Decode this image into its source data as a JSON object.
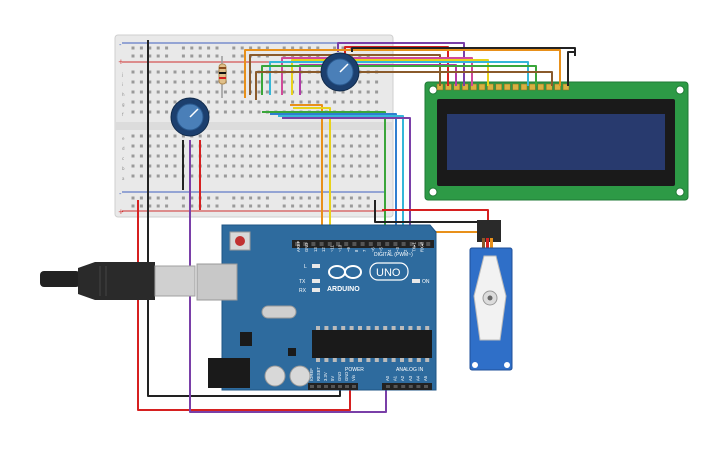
{
  "arduino": {
    "brand": "ARDUINO",
    "model": "UNO",
    "on_label": "ON",
    "tx_label": "TX",
    "rx_label": "RX",
    "l_label": "L",
    "digital_header": "DIGITAL (PWM~)",
    "analog_header": "ANALOG IN",
    "power_header": "POWER",
    "aref": "AREF",
    "gnd": "GND",
    "digital_pins": [
      "13",
      "12",
      "~11",
      "~10",
      "~9",
      "8",
      "7",
      "~6",
      "~5",
      "4",
      "~3",
      "2",
      "TX▸1",
      "RX◂0"
    ],
    "power_pins": [
      "IOREF",
      "RESET",
      "3.3V",
      "5V",
      "GND",
      "GND",
      "Vin"
    ],
    "analog_pins": [
      "A0",
      "A1",
      "A2",
      "A3",
      "A4",
      "A5"
    ],
    "colors": {
      "board": "#2e6b9e",
      "board_dark": "#1f5484",
      "header": "#222222"
    }
  },
  "breadboard": {
    "row_letters_top": [
      "j",
      "i",
      "h",
      "g",
      "f"
    ],
    "row_letters_bottom": [
      "e",
      "d",
      "c",
      "b",
      "a"
    ],
    "plus": "+",
    "minus": "-"
  },
  "lcd": {
    "colors": {
      "pcb": "#2d9a46",
      "bezel": "#1a1a1a",
      "screen": "#283a6e"
    }
  },
  "wires": {
    "colors": {
      "red": "#d62020",
      "black": "#222222",
      "purple": "#7a3fa8",
      "orange": "#e8901a",
      "yellow": "#e8d21a",
      "green": "#3aa63a",
      "blue": "#2f7fd0",
      "cyan": "#35b7d8",
      "brown": "#8a5a2b",
      "magenta": "#b03aa8",
      "pink": "#d04a9a"
    }
  }
}
